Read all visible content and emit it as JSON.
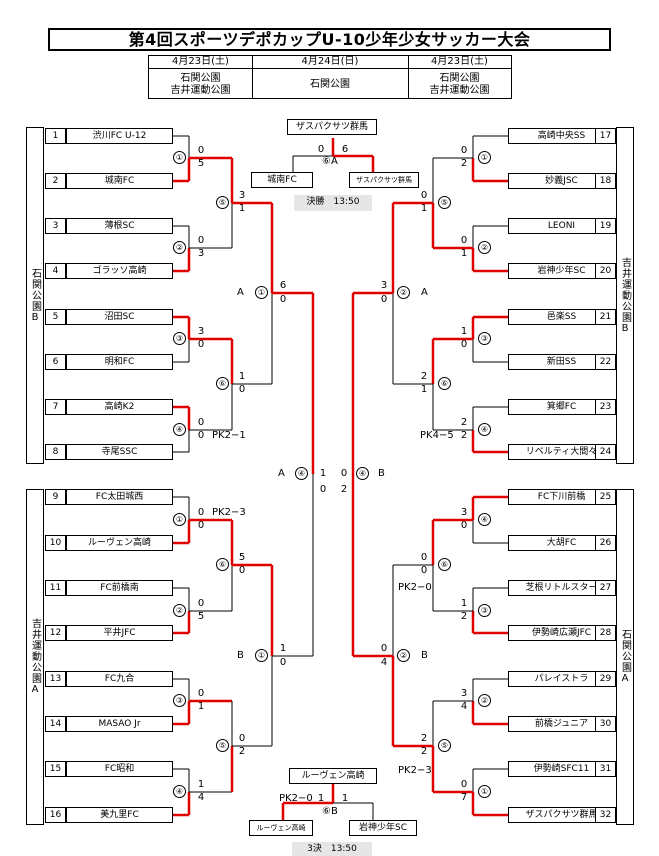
{
  "title": "第4回スポーツデポカップU-10少年少女サッカー大会",
  "schedule": [
    {
      "date": "4月23日(土)",
      "venue": "石関公園\n吉井運動公園"
    },
    {
      "date": "4月24日(日)",
      "venue": "石関公園"
    },
    {
      "date": "4月23日(土)",
      "venue": "石関公園\n吉井運動公園"
    }
  ],
  "venues": {
    "left_top": "石関公園B",
    "left_bottom": "吉井運動公園A",
    "right_top": "吉井運動公園B",
    "right_bottom": "石関公園A"
  },
  "teams": [
    {
      "num": "1",
      "name": "渋川FC U-12"
    },
    {
      "num": "2",
      "name": "城南FC"
    },
    {
      "num": "3",
      "name": "薄根SC"
    },
    {
      "num": "4",
      "name": "ゴラッソ高崎"
    },
    {
      "num": "5",
      "name": "沼田SC"
    },
    {
      "num": "6",
      "name": "明和FC"
    },
    {
      "num": "7",
      "name": "高崎K2"
    },
    {
      "num": "8",
      "name": "寺尾SSC"
    },
    {
      "num": "9",
      "name": "FC太田城西"
    },
    {
      "num": "10",
      "name": "ルーヴェン高崎"
    },
    {
      "num": "11",
      "name": "FC前橋南"
    },
    {
      "num": "12",
      "name": "平井JFC"
    },
    {
      "num": "13",
      "name": "FC九合"
    },
    {
      "num": "14",
      "name": "MASAO Jr"
    },
    {
      "num": "15",
      "name": "FC昭和"
    },
    {
      "num": "16",
      "name": "美九里FC"
    },
    {
      "num": "17",
      "name": "高崎中央SS"
    },
    {
      "num": "18",
      "name": "妙義JSC"
    },
    {
      "num": "19",
      "name": "LEONI"
    },
    {
      "num": "20",
      "name": "岩神少年SC"
    },
    {
      "num": "21",
      "name": "邑楽SS"
    },
    {
      "num": "22",
      "name": "新田SS"
    },
    {
      "num": "23",
      "name": "箕郷FC"
    },
    {
      "num": "24",
      "name": "リベルティ大間々"
    },
    {
      "num": "25",
      "name": "FC下川前橋"
    },
    {
      "num": "26",
      "name": "大胡FC"
    },
    {
      "num": "27",
      "name": "芝根リトルスター"
    },
    {
      "num": "28",
      "name": "伊勢崎広瀬JFC"
    },
    {
      "num": "29",
      "name": "パレイストラ"
    },
    {
      "num": "30",
      "name": "前橋ジュニア"
    },
    {
      "num": "31",
      "name": "伊勢崎SFC11"
    },
    {
      "num": "32",
      "name": "ザスパクサツ群馬"
    }
  ],
  "rounds": {
    "r1": [
      "①",
      "②",
      "③",
      "④",
      "①",
      "②",
      "③",
      "④",
      "⑤",
      "⑥",
      "⑤",
      "⑥"
    ],
    "r1_scores": [
      [
        "0",
        "5"
      ],
      [
        "0",
        "3"
      ],
      [
        "3",
        "0"
      ],
      [
        "0",
        "0"
      ],
      [
        "0",
        "0"
      ],
      [
        "0",
        "5"
      ],
      [
        "0",
        "1"
      ],
      [
        "1",
        "4"
      ],
      [
        "0",
        "2"
      ],
      [
        "0",
        "1"
      ],
      [
        "1",
        "0"
      ],
      [
        "2",
        "2"
      ],
      [
        "3",
        "0"
      ],
      [
        "1",
        "2"
      ],
      [
        "3",
        "4"
      ],
      [
        "0",
        "7"
      ]
    ],
    "r2_scores": [
      [
        "3",
        "1"
      ],
      [
        "1",
        "0"
      ],
      [
        "5",
        "0"
      ],
      [
        "0",
        "2"
      ],
      [
        "0",
        "1"
      ],
      [
        "2",
        "1"
      ],
      [
        "0",
        "0"
      ],
      [
        "2",
        "2"
      ]
    ],
    "r3_scores": [
      [
        "6",
        "0"
      ],
      [
        "1",
        "0"
      ],
      [
        "3",
        "0"
      ],
      [
        "0",
        "4"
      ]
    ],
    "pk": {
      "l_m4": "PK2−1",
      "l_m9": "PK2−3",
      "r_m4": "PK4−5",
      "r_m6": "PK2−0",
      "r_m8": "PK2−3"
    },
    "qf_labels": {
      "lt_letter": "A",
      "lt_num": "①",
      "lb_letter": "B",
      "lb_num": "①",
      "rt_num": "②",
      "rt_letter": "A",
      "rb_num": "②",
      "rb_letter": "B"
    },
    "semis": {
      "a_letter": "A",
      "a_num": "④",
      "a_s1": "1",
      "a_s2": "0",
      "b_s1": "0",
      "b_s2": "2",
      "b_num": "④",
      "b_letter": "B"
    }
  },
  "final": {
    "champion": "ザスパクサツ群馬",
    "score_l": "0",
    "score_r": "6",
    "match": "⑥A",
    "left_team": "城南FC",
    "right_team": "ザスパクサツ群馬",
    "time_label": "決勝　13:50"
  },
  "third": {
    "winner": "ルーヴェン高崎",
    "pk": "PK2−0",
    "score_l": "1",
    "score_r": "1",
    "match": "⑥B",
    "left_team": "ルーヴェン高崎",
    "right_team": "岩神少年SC",
    "time_label": "3決　13:50"
  }
}
